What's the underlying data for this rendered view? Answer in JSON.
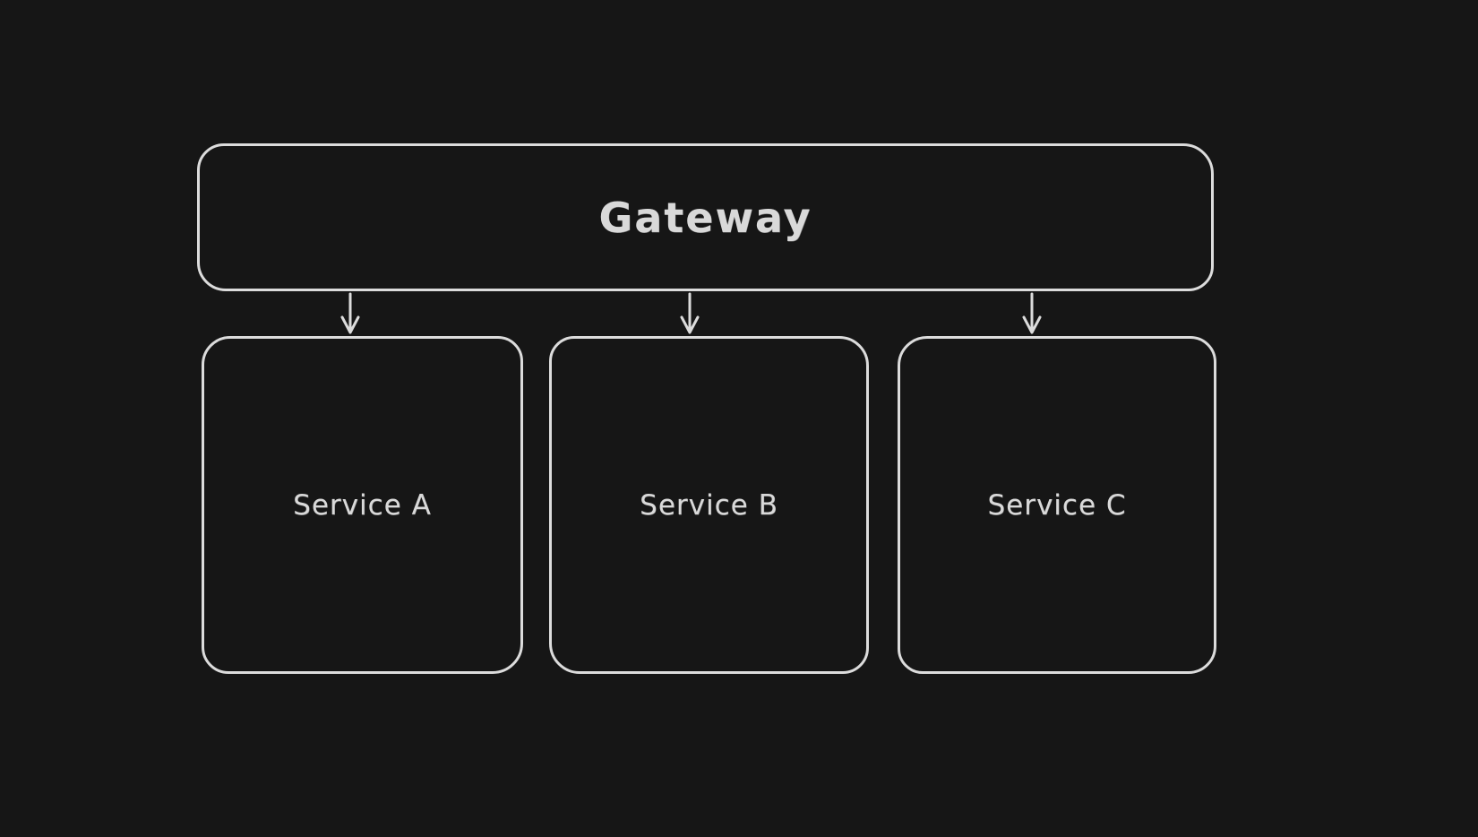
{
  "diagram": {
    "kind": "architecture-diagram",
    "style": "hand-drawn",
    "background_color": "#161616",
    "stroke_color": "#dcdcdc",
    "text_color": "#d9d9d9",
    "nodes": [
      {
        "id": "gateway",
        "label": "Gateway"
      },
      {
        "id": "service-a",
        "label": "Service A"
      },
      {
        "id": "service-b",
        "label": "Service B"
      },
      {
        "id": "service-c",
        "label": "Service C"
      }
    ],
    "edges": [
      {
        "from": "Gateway",
        "to": "Service A",
        "arrow": "down"
      },
      {
        "from": "Gateway",
        "to": "Service B",
        "arrow": "down"
      },
      {
        "from": "Gateway",
        "to": "Service C",
        "arrow": "down"
      }
    ]
  }
}
